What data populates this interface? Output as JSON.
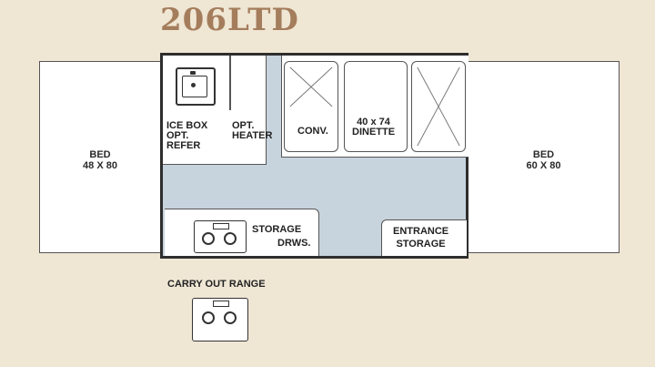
{
  "title": "206LTD",
  "beds": {
    "left": {
      "line1": "BED",
      "line2": "48 X 80"
    },
    "right": {
      "line1": "BED",
      "line2": "60 X 80"
    }
  },
  "labels": {
    "icebox_line1": "ICE BOX",
    "icebox_line2": "OPT.",
    "icebox_line3": "REFER",
    "heater_line1": "OPT.",
    "heater_line2": "HEATER",
    "conv": "CONV.",
    "dinette_line1": "40 x 74",
    "dinette_line2": "DINETTE",
    "storage_line1": "STORAGE",
    "storage_line2": "DRWS.",
    "entrance_line1": "ENTRANCE",
    "entrance_line2": "STORAGE",
    "carry_out_range": "CARRY OUT RANGE"
  }
}
